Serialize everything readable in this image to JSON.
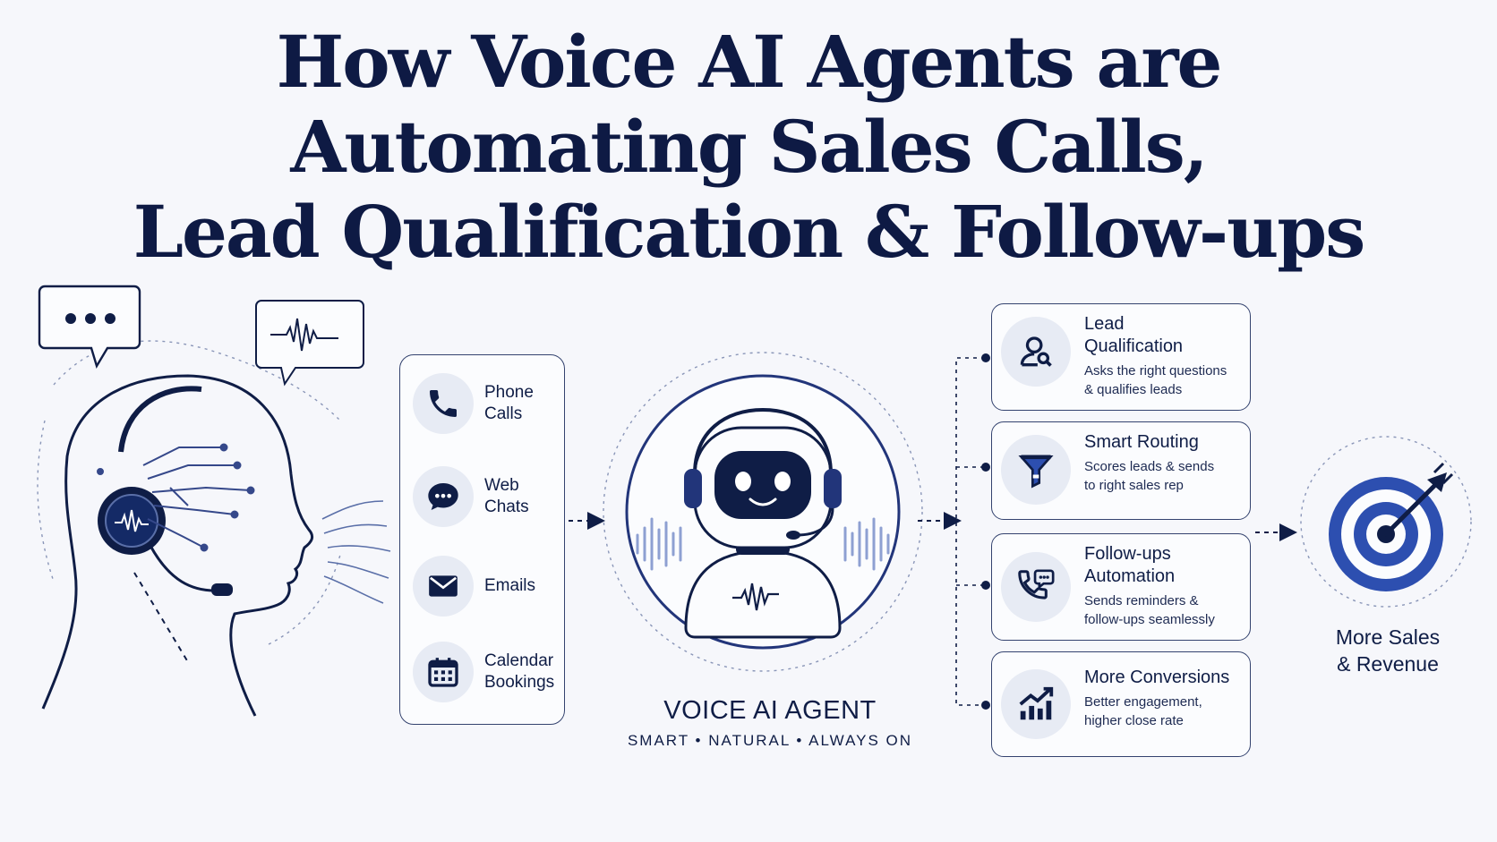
{
  "title": {
    "line1": "How Voice AI Agents are",
    "line2": "Automating Sales Calls,",
    "line3": "Lead Qualification & Follow-ups"
  },
  "channels": [
    {
      "label": "Phone\nCalls",
      "icon": "phone-icon"
    },
    {
      "label": "Web\nChats",
      "icon": "chat-icon"
    },
    {
      "label": "Emails",
      "icon": "email-icon"
    },
    {
      "label": "Calendar\nBookings",
      "icon": "calendar-icon"
    }
  ],
  "agent": {
    "name": "VOICE AI AGENT",
    "tagline": "SMART • NATURAL • ALWAYS ON"
  },
  "features": [
    {
      "title": "Lead\nQualification",
      "desc": "Asks the right questions\n& qualifies leads",
      "icon": "user-search-icon"
    },
    {
      "title": "Smart Routing",
      "desc": "Scores leads & sends\nto right sales rep",
      "icon": "funnel-icon"
    },
    {
      "title": "Follow-ups\nAutomation",
      "desc": "Sends reminders &\nfollow-ups seamlessly",
      "icon": "phone-chat-icon"
    },
    {
      "title": "More Conversions",
      "desc": "Better engagement,\nhigher close rate",
      "icon": "growth-chart-icon"
    }
  ],
  "result": {
    "label": "More Sales\n& Revenue",
    "icon": "target-icon"
  },
  "colors": {
    "navy": "#0f1d46",
    "accent": "#2d4fb0",
    "light": "#e7ebf4",
    "background": "#f6f7fb"
  }
}
